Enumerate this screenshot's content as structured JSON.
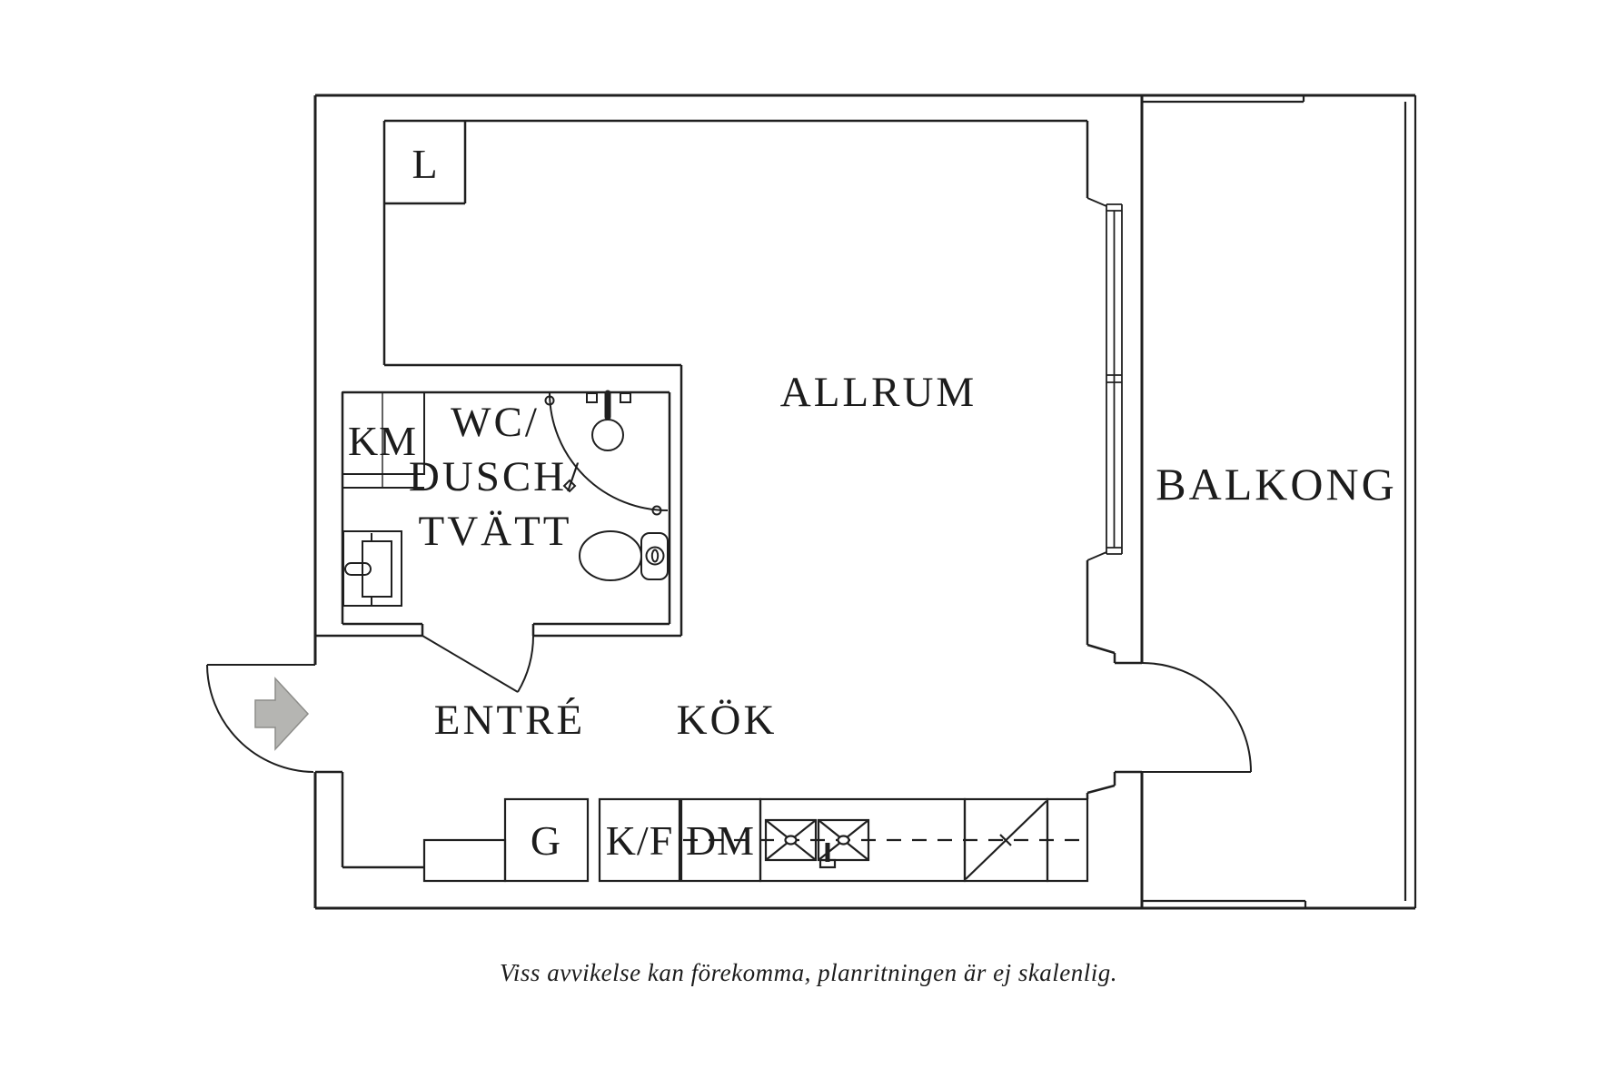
{
  "floorplan": {
    "rooms": {
      "allrum": "ALLRUM",
      "balkong": "BALKONG",
      "entre": "ENTRÉ",
      "kok": "KÖK",
      "wc_line1": "WC/",
      "wc_line2": "DUSCH/",
      "wc_line3": "TVÄTT"
    },
    "fixtures": {
      "closet": "L",
      "washing_machine": "KM",
      "wardrobe": "G",
      "fridge_freezer": "K/F",
      "dishwasher": "DM"
    },
    "disclaimer": "Viss avvikelse kan förekomma, planritningen är ej skalenlig.",
    "colors": {
      "line": "#1f1f1f",
      "arrow_fill": "#b5b5b2",
      "arrow_stroke": "#8d8d8a",
      "background": "#ffffff"
    }
  }
}
